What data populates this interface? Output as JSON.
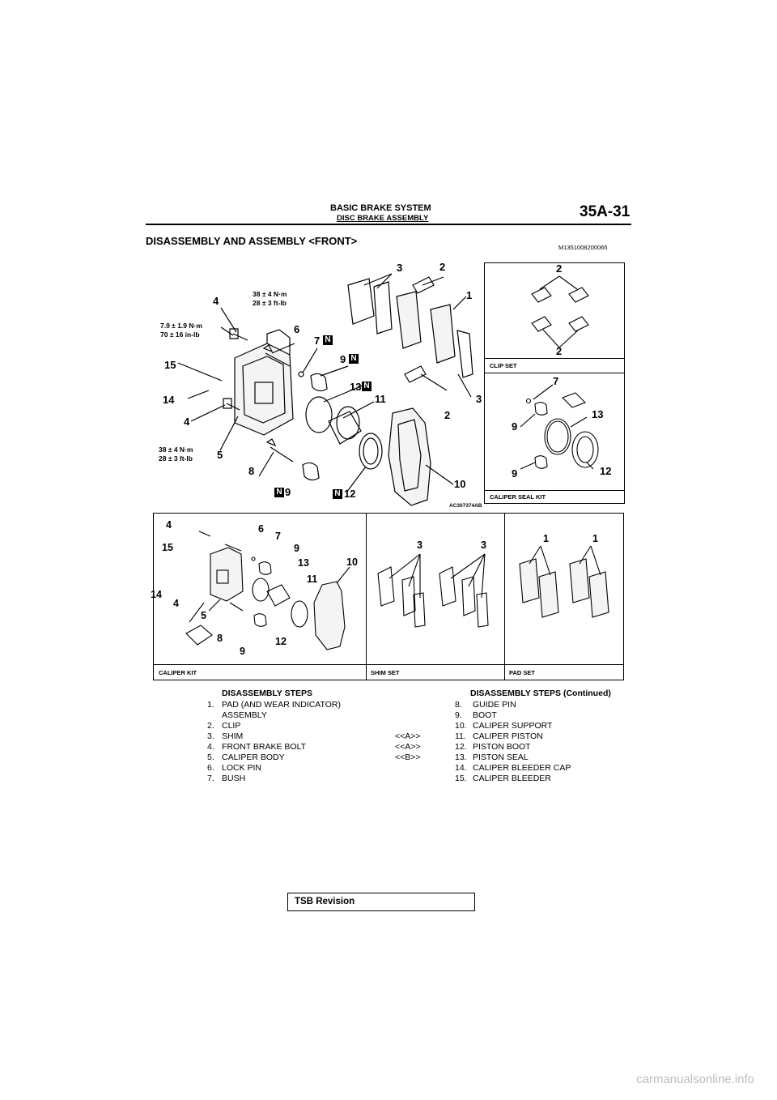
{
  "header": {
    "title": "BASIC BRAKE SYSTEM",
    "subtitle": "DISC BRAKE ASSEMBLY",
    "page_number": "35A-31"
  },
  "section": {
    "title": "DISASSEMBLY AND ASSEMBLY <FRONT>",
    "doc_id": "M1351008200065"
  },
  "figure": {
    "code": "AC307374AB",
    "torque_1_nm": "38 ± 4 N·m",
    "torque_1_ftlb": "28 ± 3 ft-lb",
    "torque_2_nm": "7.9 ± 1.9 N·m",
    "torque_2_inlb": "70 ± 16 in-lb",
    "torque_3_nm": "38 ± 4 N·m",
    "torque_3_ftlb": "28 ± 3 ft-lb",
    "new_part_mark": "N",
    "callouts": {
      "c1": "1",
      "c2": "2",
      "c3": "3",
      "c4": "4",
      "c5": "5",
      "c6": "6",
      "c7": "7",
      "c8": "8",
      "c9": "9",
      "c10": "10",
      "c11": "11",
      "c12": "12",
      "c13": "13",
      "c14": "14",
      "c15": "15"
    },
    "panels": {
      "clip_set": "CLIP SET",
      "caliper_seal_kit": "CALIPER SEAL KIT",
      "caliper_kit": "CALIPER KIT",
      "shim_set": "SHIM SET",
      "pad_set": "PAD SET"
    }
  },
  "steps_left": {
    "heading": "DISASSEMBLY STEPS",
    "items": [
      {
        "num": "1.",
        "text": "PAD (AND WEAR INDICATOR)"
      },
      {
        "num": "",
        "text": "ASSEMBLY"
      },
      {
        "num": "2.",
        "text": "CLIP"
      },
      {
        "num": "3.",
        "text": "SHIM"
      },
      {
        "num": "4.",
        "text": "FRONT BRAKE BOLT"
      },
      {
        "num": "5.",
        "text": "CALIPER BODY"
      },
      {
        "num": "6.",
        "text": "LOCK PIN"
      },
      {
        "num": "7.",
        "text": "BUSH"
      }
    ]
  },
  "steps_right": {
    "heading": "DISASSEMBLY STEPS (Continued)",
    "marks": [
      "<<A>>",
      "<<A>>",
      "<<B>>"
    ],
    "items": [
      {
        "num": "8.",
        "text": "GUIDE PIN"
      },
      {
        "num": "9.",
        "text": "BOOT"
      },
      {
        "num": "10.",
        "text": "CALIPER SUPPORT"
      },
      {
        "num": "11.",
        "text": "CALIPER PISTON"
      },
      {
        "num": "12.",
        "text": "PISTON BOOT"
      },
      {
        "num": "13.",
        "text": "PISTON SEAL"
      },
      {
        "num": "14.",
        "text": "CALIPER BLEEDER CAP"
      },
      {
        "num": "15.",
        "text": "CALIPER BLEEDER"
      }
    ]
  },
  "footer": {
    "tsb_label": "TSB Revision",
    "watermark": "carmanualsonline.info"
  }
}
